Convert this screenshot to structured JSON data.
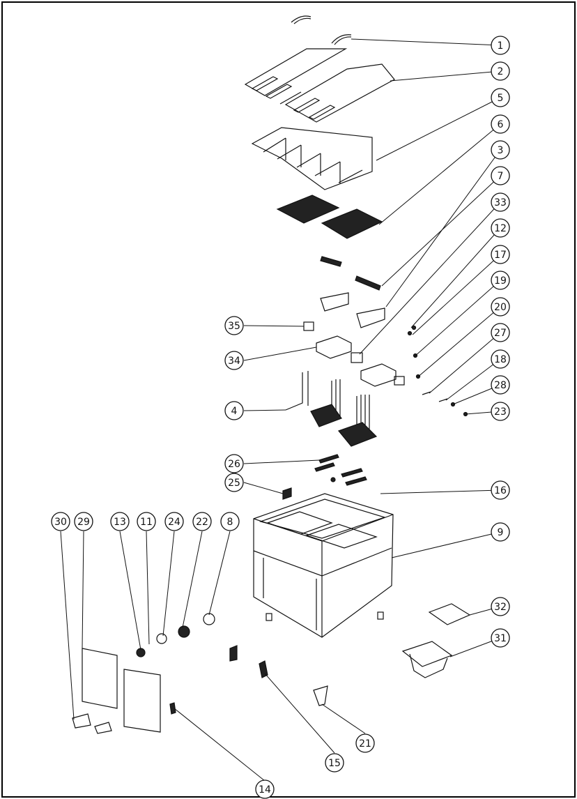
{
  "callouts": [
    {
      "label": "1"
    },
    {
      "label": "2"
    },
    {
      "label": "5"
    },
    {
      "label": "6"
    },
    {
      "label": "3"
    },
    {
      "label": "7"
    },
    {
      "label": "33"
    },
    {
      "label": "12"
    },
    {
      "label": "17"
    },
    {
      "label": "19"
    },
    {
      "label": "20"
    },
    {
      "label": "27"
    },
    {
      "label": "18"
    },
    {
      "label": "28"
    },
    {
      "label": "23"
    },
    {
      "label": "35"
    },
    {
      "label": "34"
    },
    {
      "label": "4"
    },
    {
      "label": "26"
    },
    {
      "label": "25"
    },
    {
      "label": "16"
    },
    {
      "label": "9"
    },
    {
      "label": "30"
    },
    {
      "label": "29"
    },
    {
      "label": "13"
    },
    {
      "label": "11"
    },
    {
      "label": "24"
    },
    {
      "label": "22"
    },
    {
      "label": "8"
    },
    {
      "label": "32"
    },
    {
      "label": "31"
    },
    {
      "label": "21"
    },
    {
      "label": "15"
    },
    {
      "label": "14"
    }
  ]
}
